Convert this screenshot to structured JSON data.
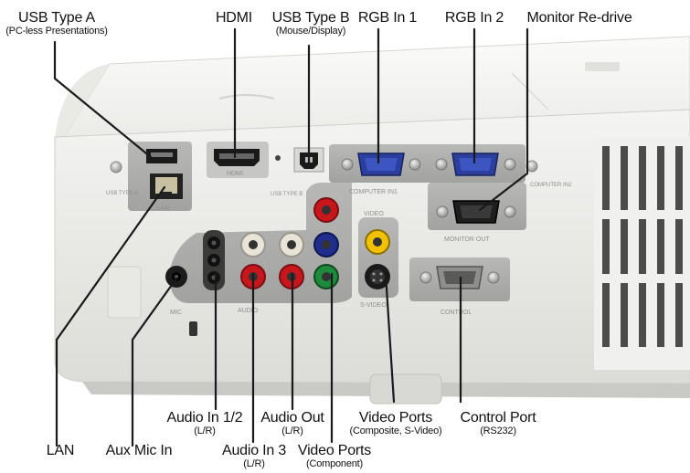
{
  "labels": {
    "usb_type_a": {
      "main": "USB Type A",
      "sub": "(PC-less Presentations)"
    },
    "hdmi": {
      "main": "HDMI"
    },
    "usb_type_b": {
      "main": "USB Type B",
      "sub": "(Mouse/Display)"
    },
    "rgb_in_1": {
      "main": "RGB In 1"
    },
    "rgb_in_2": {
      "main": "RGB In 2"
    },
    "monitor_redrive": {
      "main": "Monitor Re-drive"
    },
    "lan": {
      "main": "LAN"
    },
    "aux_mic_in": {
      "main": "Aux Mic In"
    },
    "audio_in_12": {
      "main": "Audio In 1/2",
      "sub": "(L/R)"
    },
    "audio_in_3": {
      "main": "Audio In 3",
      "sub": "(L/R)"
    },
    "audio_out": {
      "main": "Audio Out",
      "sub": "(L/R)"
    },
    "video_ports_component": {
      "main": "Video Ports",
      "sub": "(Component)"
    },
    "video_ports_composite": {
      "main": "Video Ports",
      "sub": "(Composite, S-Video)"
    },
    "control_port": {
      "main": "Control Port",
      "sub": "(RS232)"
    }
  },
  "panel_text": {
    "hdmi": "HDMI",
    "usb_a": "USB TYPE A",
    "lan": "LAN",
    "usb_b": "USB TYPE B",
    "computer_in1": "COMPUTER IN1",
    "computer_in2": "COMPUTER IN2",
    "monitor_out": "MONITOR OUT",
    "control": "CONTROL",
    "video": "VIDEO",
    "s_video": "S-VIDEO",
    "audio": "AUDIO",
    "mic": "MIC"
  },
  "colors": {
    "rca_red": "#c8161d",
    "rca_white": "#e8e4d8",
    "rca_yellow": "#f2c200",
    "component_green": "#1e8a3c",
    "component_blue": "#1f2e8c",
    "vga_blue": "#2a3f9e",
    "leader_line": "#1a1a1a"
  }
}
